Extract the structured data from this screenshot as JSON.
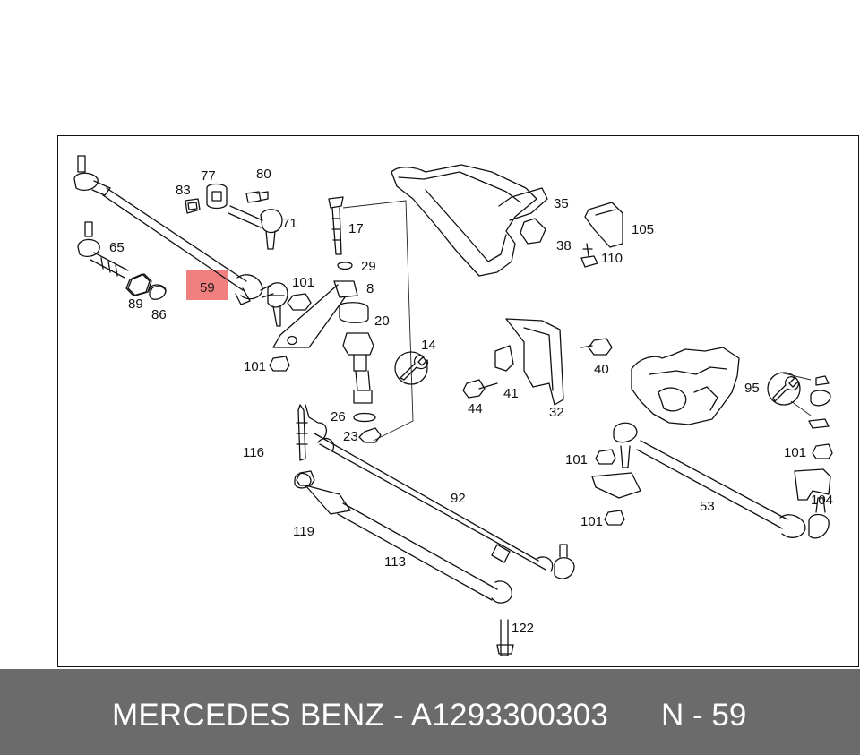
{
  "highlight": {
    "label": "59",
    "color": "#f08080"
  },
  "callouts": [
    {
      "id": "65",
      "text": "65"
    },
    {
      "id": "83",
      "text": "83"
    },
    {
      "id": "77",
      "text": "77"
    },
    {
      "id": "80",
      "text": "80"
    },
    {
      "id": "71",
      "text": "71"
    },
    {
      "id": "17",
      "text": "17"
    },
    {
      "id": "29",
      "text": "29"
    },
    {
      "id": "8",
      "text": "8"
    },
    {
      "id": "101a",
      "text": "101"
    },
    {
      "id": "20",
      "text": "20"
    },
    {
      "id": "14",
      "text": "14"
    },
    {
      "id": "101b",
      "text": "101"
    },
    {
      "id": "26",
      "text": "26"
    },
    {
      "id": "23",
      "text": "23"
    },
    {
      "id": "89",
      "text": "89"
    },
    {
      "id": "86",
      "text": "86"
    },
    {
      "id": "35",
      "text": "35"
    },
    {
      "id": "105",
      "text": "105"
    },
    {
      "id": "38",
      "text": "38"
    },
    {
      "id": "110",
      "text": "110"
    },
    {
      "id": "40",
      "text": "40"
    },
    {
      "id": "41",
      "text": "41"
    },
    {
      "id": "44",
      "text": "44"
    },
    {
      "id": "32",
      "text": "32"
    },
    {
      "id": "95",
      "text": "95"
    },
    {
      "id": "116",
      "text": "116"
    },
    {
      "id": "92",
      "text": "92"
    },
    {
      "id": "101c",
      "text": "101"
    },
    {
      "id": "101d",
      "text": "101"
    },
    {
      "id": "101e",
      "text": "101"
    },
    {
      "id": "53",
      "text": "53"
    },
    {
      "id": "104",
      "text": "104"
    },
    {
      "id": "119",
      "text": "119"
    },
    {
      "id": "113",
      "text": "113"
    },
    {
      "id": "122",
      "text": "122"
    }
  ],
  "footer": {
    "brand_part": "MERCEDES BENZ - A1293300303",
    "page_ref": "N - 59",
    "background": "#6b6b6b"
  }
}
